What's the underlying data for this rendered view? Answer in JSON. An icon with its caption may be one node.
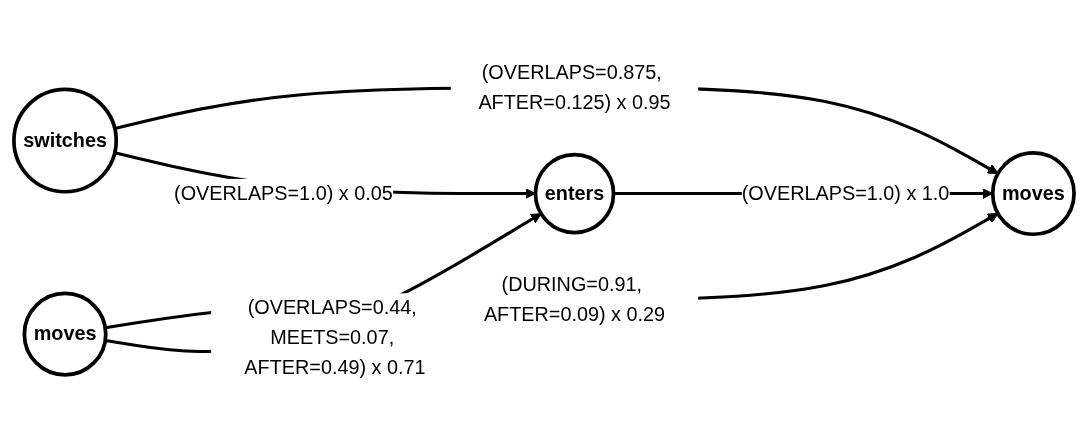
{
  "diagram": {
    "nodes": [
      {
        "text": [
          "switches"
        ]
      },
      {
        "text": [
          "moves"
        ]
      },
      {
        "text": [
          "moves"
        ]
      },
      {
        "text": [
          "enters"
        ]
      }
    ],
    "edges": [
      {
        "from": 0,
        "to": 1,
        "arrow": "to",
        "label": "(OVERLAPS=0.875, AFTER=0.125) x 0.95"
      },
      {
        "from": 2,
        "to": 1,
        "arrow": "to",
        "label": "(DURING=0.91, AFTER=0.09) x 0.29"
      },
      {
        "from": 2,
        "to": 3,
        "arrow": "to",
        "label": "(OVERLAPS=0.44, MEETS=0.07, AFTER=0.49) x 0.71"
      },
      {
        "from": 3,
        "to": 1,
        "arrow": "to",
        "label": "(OVERLAPS=1.0) x 1.0"
      },
      {
        "from": 0,
        "to": 3,
        "arrow": "to",
        "label": "(OVERLAPS=1.0) x 0.05"
      }
    ]
  }
}
